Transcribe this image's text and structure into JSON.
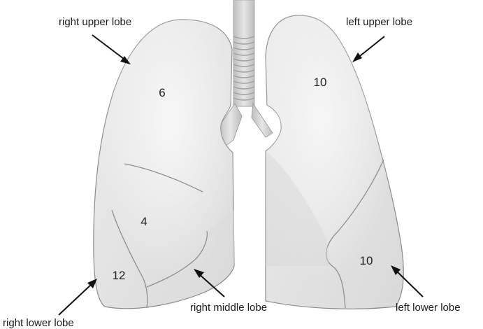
{
  "labels": {
    "right_upper": "right upper lobe",
    "left_upper": "left upper lobe",
    "right_lower": "right lower lobe",
    "right_middle": "right middle lobe",
    "left_lower": "left lower lobe"
  },
  "values": {
    "right_upper": "6",
    "right_middle": "4",
    "right_lower": "12",
    "left_upper": "10",
    "left_lower": "10"
  },
  "colors": {
    "lung_fill": "#e7e7e7",
    "lung_outline": "#8a8a8a",
    "trachea": "#d4d4d4"
  }
}
